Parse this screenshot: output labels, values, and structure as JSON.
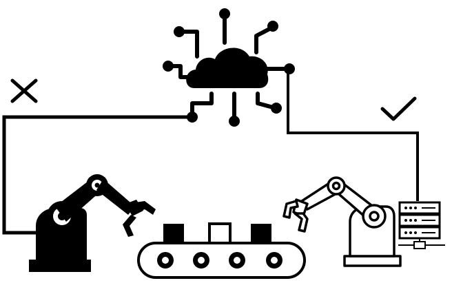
{
  "diagram": {
    "colors": {
      "ink": "#000000",
      "background": "#ffffff"
    },
    "nodes": [
      {
        "id": "cloud",
        "icon": "cloud-network-icon"
      },
      {
        "id": "robot-left",
        "icon": "robot-arm-icon"
      },
      {
        "id": "conveyor",
        "icon": "conveyor-belt-icon"
      },
      {
        "id": "robot-right",
        "icon": "robot-arm-icon"
      },
      {
        "id": "server",
        "icon": "server-rack-icon"
      }
    ],
    "status_marks": [
      {
        "connection": "robot-left-to-cloud",
        "icon": "cross-icon",
        "meaning": "not connected"
      },
      {
        "connection": "server-to-cloud",
        "icon": "check-icon",
        "meaning": "connected"
      }
    ],
    "conveyor_items": [
      "filled",
      "empty",
      "filled"
    ]
  }
}
